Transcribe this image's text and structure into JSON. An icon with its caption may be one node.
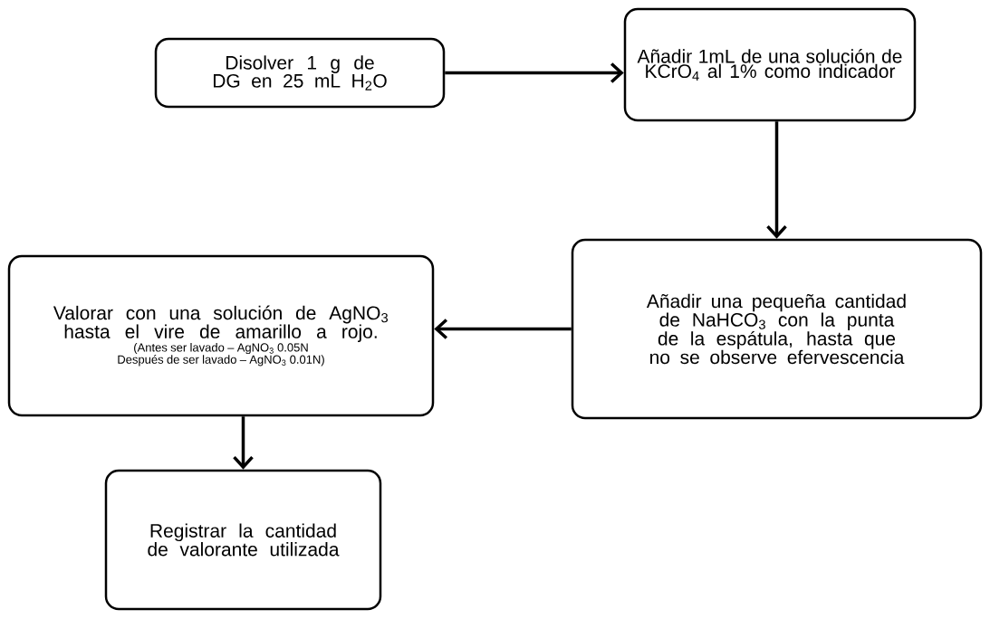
{
  "diagram": {
    "nodes": [
      {
        "text": [
          "Disolver 1 g de DG en 25 mL H$_{2}$O"
        ]
      },
      {
        "text": [
          "Añadir 1mL de una solución de KCrO$_{4}$ al 1% como indicador"
        ]
      },
      {
        "text": [
          "Añadir una pequeña cantidad de NaHCO$_{3}$ con la punta de la espátula, hasta que no se observe efervescencia"
        ]
      },
      {
        "text": [
          "Valorar con una solución de AgNO$_{3}$ hasta el vire de amarillo a rojo.",
          "(Antes ser lavado – AgNO$_{3}$ 0.05N",
          "Después de ser lavado – AgNO$_{3}$ 0.01N)"
        ]
      },
      {
        "text": [
          "Registrar la cantidad de valorante utilizada"
        ]
      }
    ],
    "edges": [
      {
        "from": 0,
        "to": 1,
        "arrow": "to"
      },
      {
        "from": 1,
        "to": 2,
        "arrow": "to"
      },
      {
        "from": 2,
        "to": 3,
        "arrow": "to"
      },
      {
        "from": 3,
        "to": 4,
        "arrow": "to"
      }
    ]
  }
}
